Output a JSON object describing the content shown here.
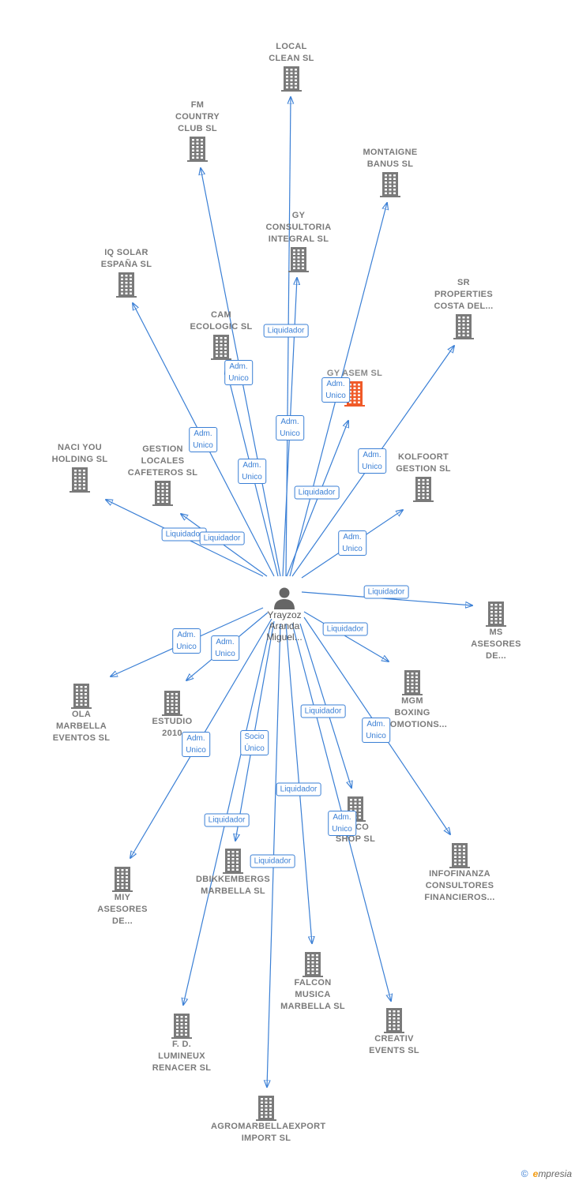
{
  "center": {
    "name": "Yrayzoz\nAranda\nMiguel..."
  },
  "companies": [
    {
      "id": "local-clean",
      "label": "LOCAL\nCLEAN  SL",
      "highlight": false
    },
    {
      "id": "fm-country",
      "label": "FM\nCOUNTRY\nCLUB  SL",
      "highlight": false
    },
    {
      "id": "montaigne",
      "label": "MONTAIGNE\nBANUS  SL",
      "highlight": false
    },
    {
      "id": "gy-consultoria",
      "label": "GY\nCONSULTORIA\nINTEGRAL  SL",
      "highlight": false
    },
    {
      "id": "iq-solar",
      "label": "IQ SOLAR\nESPAÑA  SL",
      "highlight": false
    },
    {
      "id": "sr-properties",
      "label": "SR\nPROPERTIES\nCOSTA DEL...",
      "highlight": false
    },
    {
      "id": "cam-ecologic",
      "label": "CAM\nECOLOGIC SL",
      "highlight": false
    },
    {
      "id": "gy-asem",
      "label": "GY ASEM  SL",
      "highlight": true
    },
    {
      "id": "naci-you",
      "label": "NACI YOU\nHOLDING SL",
      "highlight": false
    },
    {
      "id": "gestion-locales",
      "label": "GESTION\nLOCALES\nCAFETEROS SL",
      "highlight": false
    },
    {
      "id": "kolfoort",
      "label": "KOLFOORT\nGESTION  SL",
      "highlight": false
    },
    {
      "id": "ms-asesores",
      "label": "MS\nASESORES\nDE...",
      "highlight": false
    },
    {
      "id": "ola-marbella",
      "label": "OLA\nMARBELLA\nEVENTOS  SL",
      "highlight": false
    },
    {
      "id": "estudio-2010",
      "label": "ESTUDIO\n2010",
      "highlight": false
    },
    {
      "id": "mgm-boxing",
      "label": "MGM\nBOXING\nPROMOTIONS...",
      "highlight": false
    },
    {
      "id": "miy-asesores",
      "label": "MIY\nASESORES\nDE...",
      "highlight": false
    },
    {
      "id": "coco-shop",
      "label": "COCO\nSHOP SL",
      "highlight": false
    },
    {
      "id": "infofinanza",
      "label": "INFOFINANZA\nCONSULTORES\nFINANCIEROS...",
      "highlight": false
    },
    {
      "id": "dbikkembergs",
      "label": "DBIKKEMBERGS\nMARBELLA SL",
      "highlight": false
    },
    {
      "id": "falcon-musica",
      "label": "FALCON\nMUSICA\nMARBELLA SL",
      "highlight": false
    },
    {
      "id": "creativ-events",
      "label": "CREATIV\nEVENTS  SL",
      "highlight": false
    },
    {
      "id": "lumineux",
      "label": "F.  D.\nLUMINEUX\nRENACER SL",
      "highlight": false
    },
    {
      "id": "agromarbella",
      "label": "AGROMARBELLAEXPORT\nIMPORT SL",
      "highlight": false
    }
  ],
  "relations": [
    {
      "target": "local-clean",
      "role": "Liquidador"
    },
    {
      "target": "fm-country",
      "role": "Adm.\nUnico"
    },
    {
      "target": "montaigne",
      "role": "Liquidador"
    },
    {
      "target": "gy-consultoria",
      "role": "Adm.\nUnico"
    },
    {
      "target": "iq-solar",
      "role": "Adm.\nUnico"
    },
    {
      "target": "sr-properties",
      "role": "Adm.\nUnico"
    },
    {
      "target": "cam-ecologic",
      "role": "Adm.\nUnico"
    },
    {
      "target": "gy-asem",
      "role": "Adm.\nUnico"
    },
    {
      "target": "naci-you",
      "role": "Liquidador"
    },
    {
      "target": "gestion-locales",
      "role": "Liquidador"
    },
    {
      "target": "kolfoort",
      "role": "Adm.\nUnico"
    },
    {
      "target": "ms-asesores",
      "role": "Liquidador"
    },
    {
      "target": "ola-marbella",
      "role": "Adm.\nUnico"
    },
    {
      "target": "estudio-2010",
      "role": "Adm.\nUnico"
    },
    {
      "target": "mgm-boxing",
      "role": "Liquidador"
    },
    {
      "target": "miy-asesores",
      "role": "Adm.\nUnico"
    },
    {
      "target": "coco-shop",
      "role": "Liquidador"
    },
    {
      "target": "infofinanza",
      "role": "Adm.\nUnico"
    },
    {
      "target": "dbikkembergs",
      "role": "Socio\nÚnico"
    },
    {
      "target": "falcon-musica",
      "role": "Liquidador"
    },
    {
      "target": "creativ-events",
      "role": "Adm.\nUnico"
    },
    {
      "target": "lumineux",
      "role": "Liquidador"
    },
    {
      "target": "agromarbella",
      "role": "Liquidador"
    }
  ],
  "colors": {
    "edge": "#3a7fd5",
    "building": "#7a7a7a",
    "building_highlight": "#f05a28"
  },
  "footer": {
    "copyright": "©",
    "brand_initial": "e",
    "brand_rest": "mpresia"
  }
}
